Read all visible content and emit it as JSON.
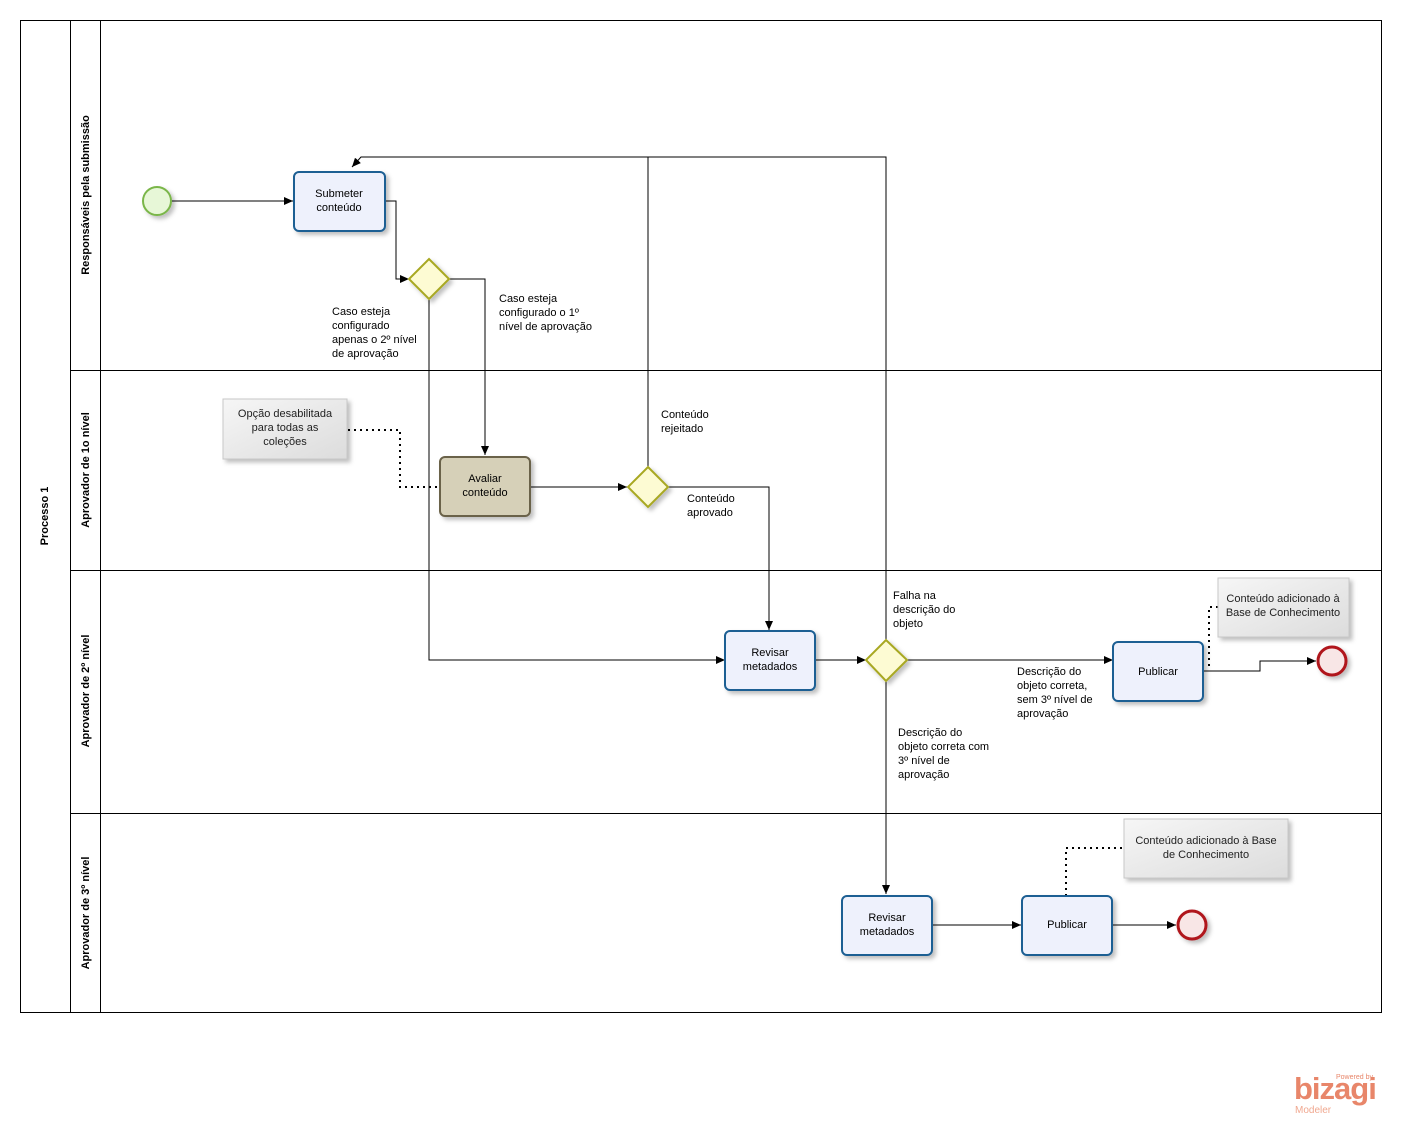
{
  "pool": {
    "title": "Processo 1"
  },
  "lanes": [
    {
      "title": "Responsáveis pela submissão"
    },
    {
      "title": "Aprovador de 1o nível"
    },
    {
      "title": "Aprovador de 2º nível"
    },
    {
      "title": "Aprovador de 3º nível"
    }
  ],
  "tasks": {
    "submeter": [
      "Submeter",
      "conteúdo"
    ],
    "avaliar": [
      "Avaliar",
      "conteúdo"
    ],
    "revisar2": [
      "Revisar",
      "metadados"
    ],
    "publicar2": [
      "Publicar"
    ],
    "revisar3": [
      "Revisar",
      "metadados"
    ],
    "publicar3": [
      "Publicar"
    ]
  },
  "annotations": {
    "opcao": [
      "Opção desabilitada",
      "para todas as",
      "coleções"
    ],
    "base2": [
      "Conteúdo adicionado à",
      "Base de Conhecimento"
    ],
    "base3": [
      "Conteúdo adicionado à Base",
      "de Conhecimento"
    ]
  },
  "flow_labels": {
    "apenas2": [
      "Caso esteja",
      "configurado",
      "apenas o 2º nível",
      "de aprovação"
    ],
    "nivel1": [
      "Caso esteja",
      "configurado o 1º",
      "nível de aprovação"
    ],
    "rejeitado": [
      "Conteúdo",
      "rejeitado"
    ],
    "aprovado": [
      "Conteúdo",
      "aprovado"
    ],
    "falha": [
      "Falha na",
      "descrição do",
      "objeto"
    ],
    "sem3": [
      "Descrição do",
      "objeto correta,",
      "sem 3º nível de",
      "aprovação"
    ],
    "com3": [
      "Descrição do",
      "objeto correta com",
      "3º nível de",
      "aprovação"
    ]
  },
  "branding": {
    "powered": "Powered by",
    "name": "bizagi",
    "sub": "Modeler"
  },
  "colors": {
    "task_fill": "#eef1fc",
    "task_stroke": "#1f5f93",
    "task_avaliar_fill": "#d6d0b8",
    "task_avaliar_stroke": "#6b6248",
    "gateway_fill": "#fdfbd3",
    "gateway_stroke": "#a8a820",
    "start_fill": "#e7f7d7",
    "start_stroke": "#7ab648",
    "end_fill": "#f8e6e6",
    "end_stroke": "#b0141a",
    "brand": "#e8866a"
  }
}
